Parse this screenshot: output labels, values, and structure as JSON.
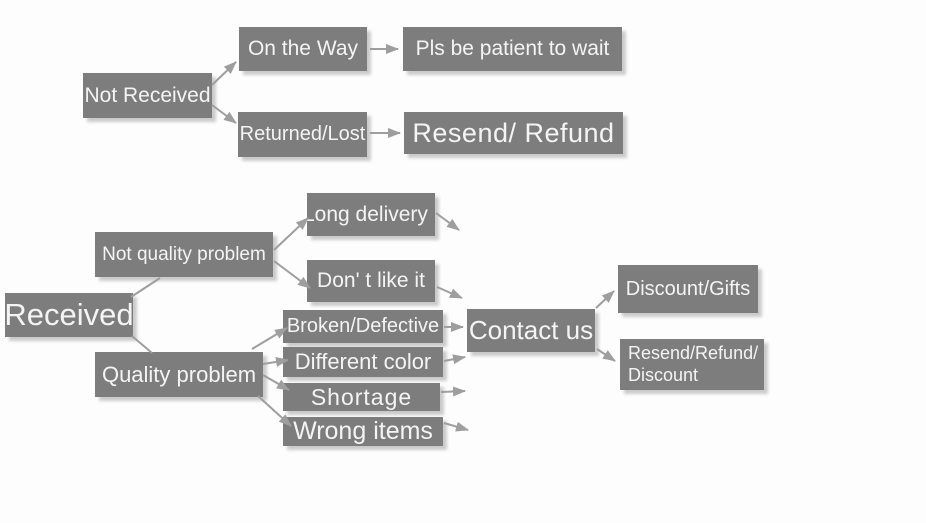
{
  "flowchart": {
    "colors": {
      "box": "#7d7d7d",
      "text": "#f4f4f4",
      "arrow": "#9e9e9e",
      "background": "#fdfdfd"
    },
    "nodes": {
      "not_received": {
        "label": "Not Received"
      },
      "on_the_way": {
        "label": "On the Way"
      },
      "pls_be_patient": {
        "label": "Pls be patient to wait"
      },
      "returned_lost": {
        "label": "Returned/Lost"
      },
      "resend_refund": {
        "label": "Resend/ Refund"
      },
      "received": {
        "label": "Received"
      },
      "not_quality_problem": {
        "label": "Not quality problem"
      },
      "long_delivery": {
        "label": "Long delivery"
      },
      "dont_like_it": {
        "label": "Don' t like it"
      },
      "quality_problem": {
        "label": "Quality problem"
      },
      "broken_defective": {
        "label": "Broken/Defective"
      },
      "different_color": {
        "label": "Different color"
      },
      "shortage": {
        "label": "Shortage"
      },
      "wrong_items": {
        "label": "Wrong items"
      },
      "contact_us": {
        "label": "Contact us"
      },
      "discount_gifts": {
        "label": "Discount/Gifts"
      },
      "resend_refund_discount": {
        "line1": "Resend/Refund/",
        "line2": "Discount"
      }
    }
  }
}
